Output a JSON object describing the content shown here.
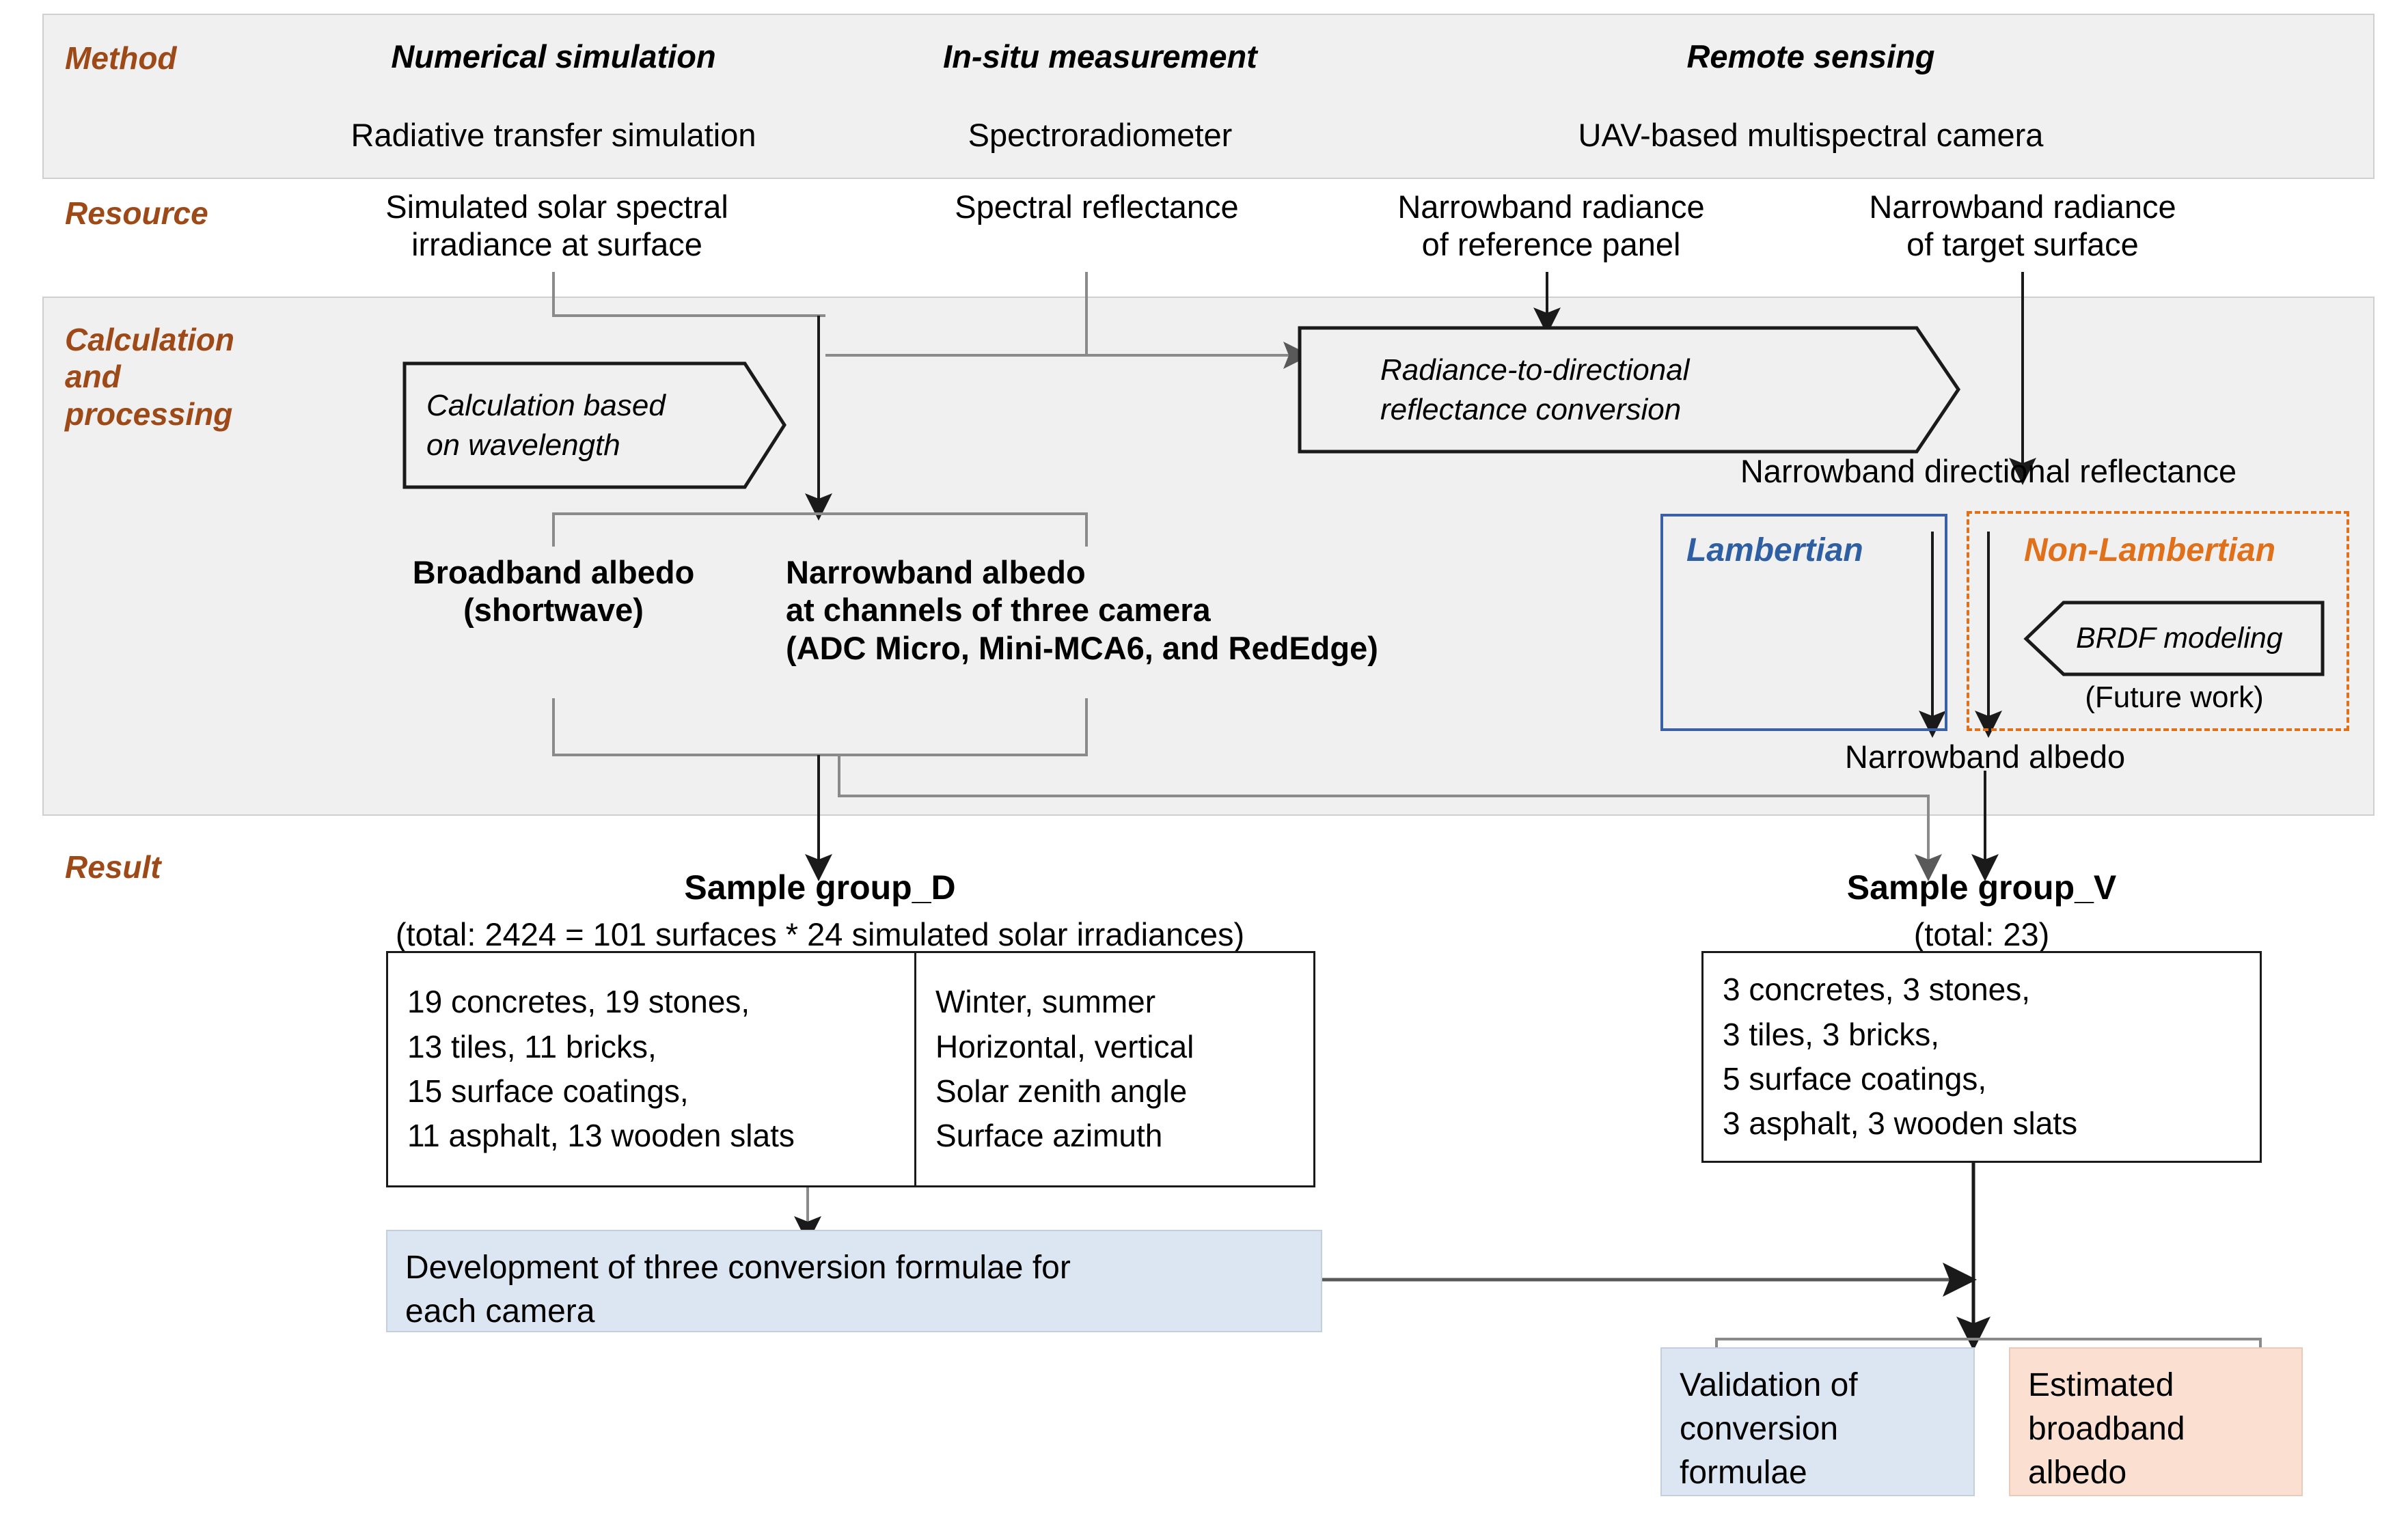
{
  "rows": {
    "method": "Method",
    "resource": "Resource",
    "calculation": "Calculation\nand\nprocessing",
    "result": "Result"
  },
  "methods": [
    {
      "title": "Numerical simulation",
      "instrument": "Radiative transfer simulation"
    },
    {
      "title": "In-situ measurement",
      "instrument": "Spectroradiometer"
    },
    {
      "title": "Remote sensing",
      "instrument": "UAV-based multispectral camera"
    }
  ],
  "resources": [
    "Simulated solar spectral\nirradiance at surface",
    "Spectral reflectance",
    "Narrowband radiance\nof reference panel",
    "Narrowband radiance\nof target surface"
  ],
  "processes": {
    "wavelength": "Calculation based\non wavelength",
    "conversion": "Radiance-to-directional\nreflectance conversion",
    "brdf": "BRDF modeling"
  },
  "calculation": {
    "broadband": "Broadband albedo\n(shortwave)",
    "narrowband_channels": "Narrowband albedo\nat channels of three camera\n(ADC Micro, Mini-MCA6, and RedEdge)",
    "narrowband_directional": "Narrowband directional reflectance",
    "narrowband_albedo": "Narrowband albedo",
    "lambertian": "Lambertian",
    "non_lambertian": "Non-Lambertian",
    "future_work": "(Future work)"
  },
  "results": {
    "group_d": {
      "title": "Sample group_D",
      "total": "(total: 2424 = 101 surfaces * 24 simulated solar irradiances)",
      "materials": "19 concretes, 19 stones,\n13 tiles, 11 bricks,\n15 surface coatings,\n11 asphalt, 13 wooden slats",
      "conditions": "Winter, summer\nHorizontal, vertical\nSolar zenith angle\nSurface azimuth"
    },
    "group_v": {
      "title": "Sample group_V",
      "total": "(total: 23)",
      "materials": "3 concretes, 3 stones,\n3 tiles, 3 bricks,\n5 surface coatings,\n3 asphalt, 3 wooden slats"
    },
    "development": "Development of three conversion formulae for\neach camera",
    "validation": "Validation of\nconversion\nformulae",
    "estimated": "Estimated\nbroadband\nalbedo"
  },
  "colors": {
    "row_label": "#9e4a18",
    "band_fill": "#f0f0f0",
    "band_border": "#cfcfcf",
    "lambertian_frame": "#3a61a8",
    "non_lambertian_frame": "#e0701a",
    "blue_box": "#dce6f2",
    "peach_box": "#fbe0d2",
    "connector": "#595959"
  }
}
